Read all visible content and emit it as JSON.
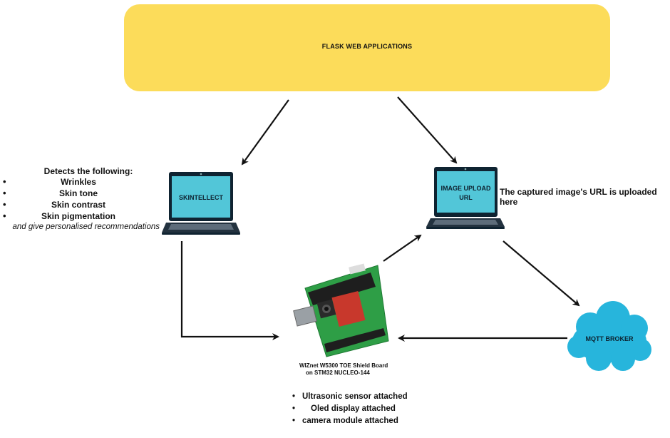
{
  "banner": {
    "label": "FLASK WEB APPLICATIONS"
  },
  "laptop_left": {
    "screen_label": "SKINTELLECT"
  },
  "laptop_right": {
    "screen_label_line1": "IMAGE UPLOAD",
    "screen_label_line2": "URL"
  },
  "right_note": "The captured image's URL is uploaded here",
  "left_notes": {
    "heading": "Detects the following:",
    "items": [
      "Wrinkles",
      "Skin tone",
      "Skin contrast",
      "Skin pigmentation"
    ],
    "tail": "and give personalised recommendations"
  },
  "cloud": {
    "label": "MQTT BROKER"
  },
  "board": {
    "caption_line1": "WIZnet W5300 TOE Shield Board",
    "caption_line2": "on STM32 NUCLEO-144"
  },
  "bottom_notes": {
    "items": [
      "Ultrasonic sensor attached",
      "Oled display attached",
      "camera module attached"
    ]
  },
  "colors": {
    "banner": "#fcdc5a",
    "screen": "#52c6d8",
    "cloud": "#27b5dc",
    "board": "#2e9e46"
  }
}
